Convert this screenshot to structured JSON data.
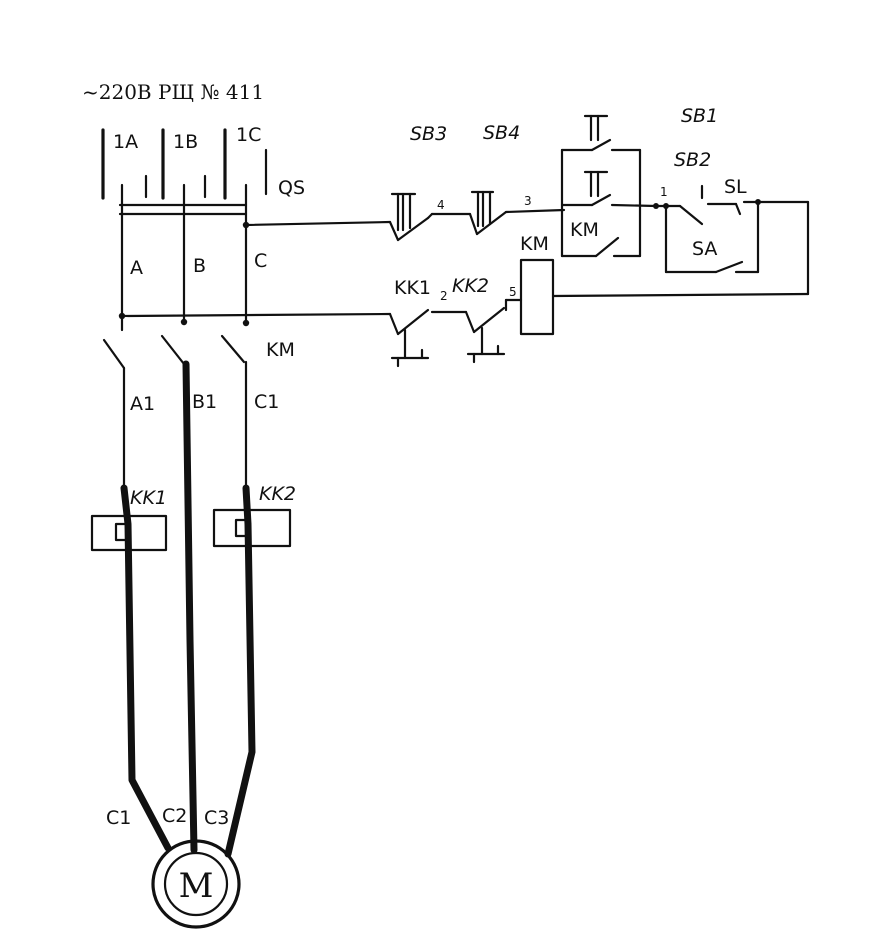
{
  "title": "~220В РЩ № 411",
  "labels": {
    "1A": "1A",
    "1B": "1B",
    "1C": "1C",
    "QS": "QS",
    "A": "A",
    "B": "B",
    "C": "C",
    "KM_main": "KM",
    "A1": "A1",
    "B1": "B1",
    "C1": "C1",
    "KK1": "KK1",
    "KK2": "KK2",
    "mC1": "C1",
    "mC2": "C2",
    "mC3": "C3",
    "M": "M",
    "SB3": "SB3",
    "SB4": "SB4",
    "SB1": "SB1",
    "SB2": "SB2",
    "n4": "4",
    "n3": "3",
    "n1": "1",
    "n2": "2",
    "n5": "5",
    "KM_hold": "KM",
    "SL": "SL",
    "SA": "SA",
    "KM_coil": "KM",
    "KK1_ctl": "KK1",
    "KK2_ctl": "KK2"
  }
}
